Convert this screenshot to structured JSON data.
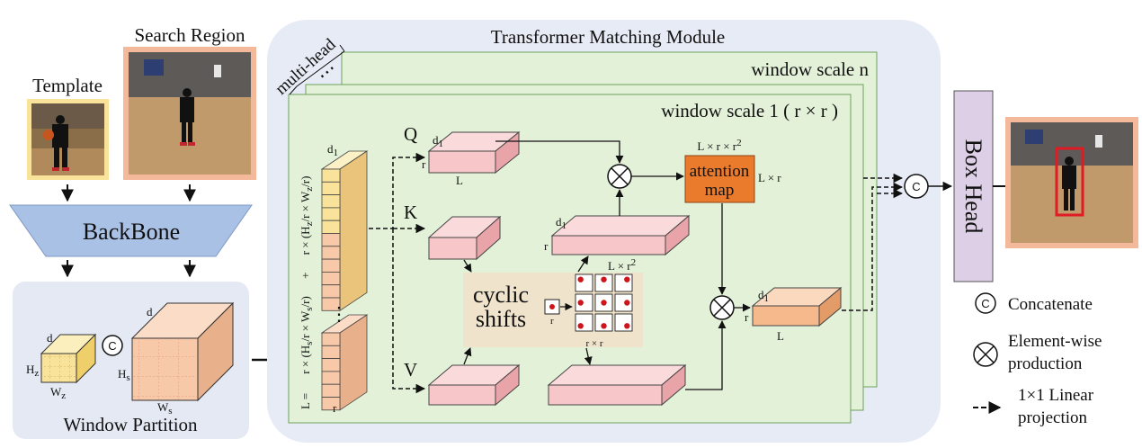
{
  "titles": {
    "search_region": "Search Region",
    "template": "Template",
    "transformer_module": "Transformer Matching Module",
    "multi_head": "multi-head",
    "window_scale_n": "window scale n",
    "window_scale_1": "window scale 1 ( r × r )",
    "backbone": "BackBone",
    "window_partition": "Window Partition",
    "box_head": "Box Head"
  },
  "symbols": {
    "concat": "C",
    "q": "Q",
    "k": "K",
    "v": "V",
    "d1": "d",
    "d1_sub": "1",
    "r": "r",
    "L": "L",
    "d": "d",
    "hz": "H",
    "hz_sub": "z",
    "wz": "W",
    "wz_sub": "z",
    "hs": "H",
    "hs_sub": "s",
    "ws": "W",
    "ws_sub": "s",
    "lxr2": "L × r",
    "lxr2_sup": "2",
    "lxrxr2": "L × r × r",
    "lxrxr2_sup": "2",
    "lxr": "L × r",
    "attention": "attention",
    "map": "map",
    "cyclic": "cyclic",
    "shifts": "shifts",
    "rxr": "r × r",
    "dots": "⋯",
    "vdots": "⋮"
  },
  "vertical_formula": {
    "top": "r × (H",
    "top_sub": "z",
    "top_mid": "/r × W",
    "top_sub2": "z",
    "top_end": "/r)",
    "plus": "+",
    "bottom": "r × (H",
    "bottom_sub": "s",
    "bottom_mid": "/r × W",
    "bottom_sub2": "s",
    "bottom_end": "/r)",
    "leq": "L ="
  },
  "legend": {
    "concatenate": "Concatenate",
    "elementwise_1": "Element-wise",
    "elementwise_2": "production",
    "linear_1": "1×1 Linear",
    "linear_2": "projection"
  },
  "colors": {
    "module_bg": "#e7ebf5",
    "green_panel": "#e3f1d8",
    "green_border": "#6ea15c",
    "pink": "#f7c6c8",
    "pink_dark": "#e8a4a8",
    "salmon": "#f7c9a8",
    "orange": "#ea7a2c",
    "yellow": "#f9e39a",
    "backbone": "#aac1e6",
    "boxhead": "#ddd0e6",
    "cyclic_bg": "#efe3cc",
    "red_dot": "#d0141c"
  }
}
